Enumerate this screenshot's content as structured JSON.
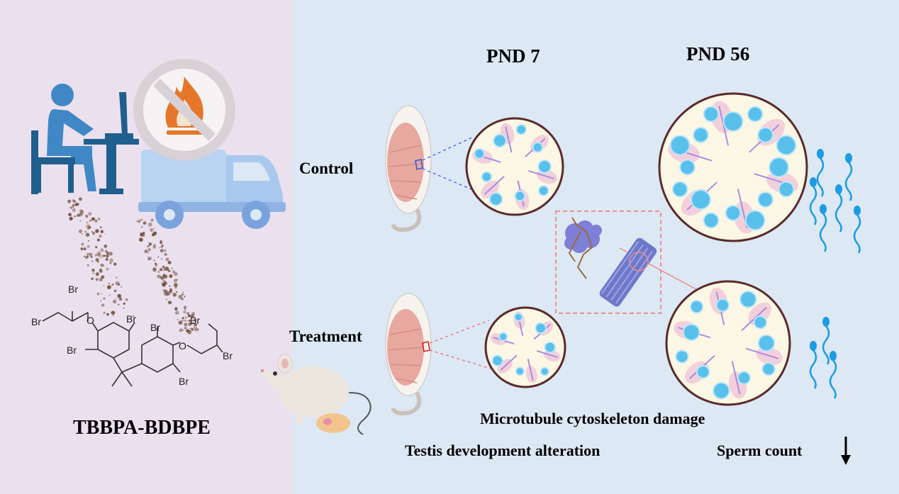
{
  "labels": {
    "pnd7": "PND 7",
    "pnd56": "PND 56",
    "control": "Control",
    "treatment": "Treatment",
    "compound": "TBBPA-BDBPE",
    "microtubule_damage": "Microtubule cytoskeleton damage",
    "testis_alteration": "Testis development alteration",
    "sperm_count": "Sperm count"
  },
  "molecule_atoms": [
    "Br",
    "Br",
    "Br",
    "Br",
    "Br",
    "Br",
    "Br",
    "Br",
    "O",
    "O"
  ],
  "colors": {
    "left_background": "#ebe0ee",
    "right_background": "#dce8f4",
    "person_blue": "#3f88c5",
    "flame_orange": "#e5762a",
    "truck_blue": "#a9c8ee",
    "particles_brown": "#6b4a32",
    "testis_pink": "#e7a8a0",
    "spermatogonia_blue": "#59c0ec",
    "tubule_border": "#5a2a2a",
    "sertoli_purple": "#a58ee0",
    "sperm_blue": "#1b9ce4",
    "control_marker": "#2a5bd7",
    "treatment_marker": "#e01919",
    "inset_border": "#ee8f8f",
    "microtubule": "#6e78c8"
  },
  "icons": [
    "worker-at-computer-icon",
    "no-fire-icon",
    "delivery-truck-icon",
    "mouse-icon",
    "down-arrow-icon"
  ]
}
